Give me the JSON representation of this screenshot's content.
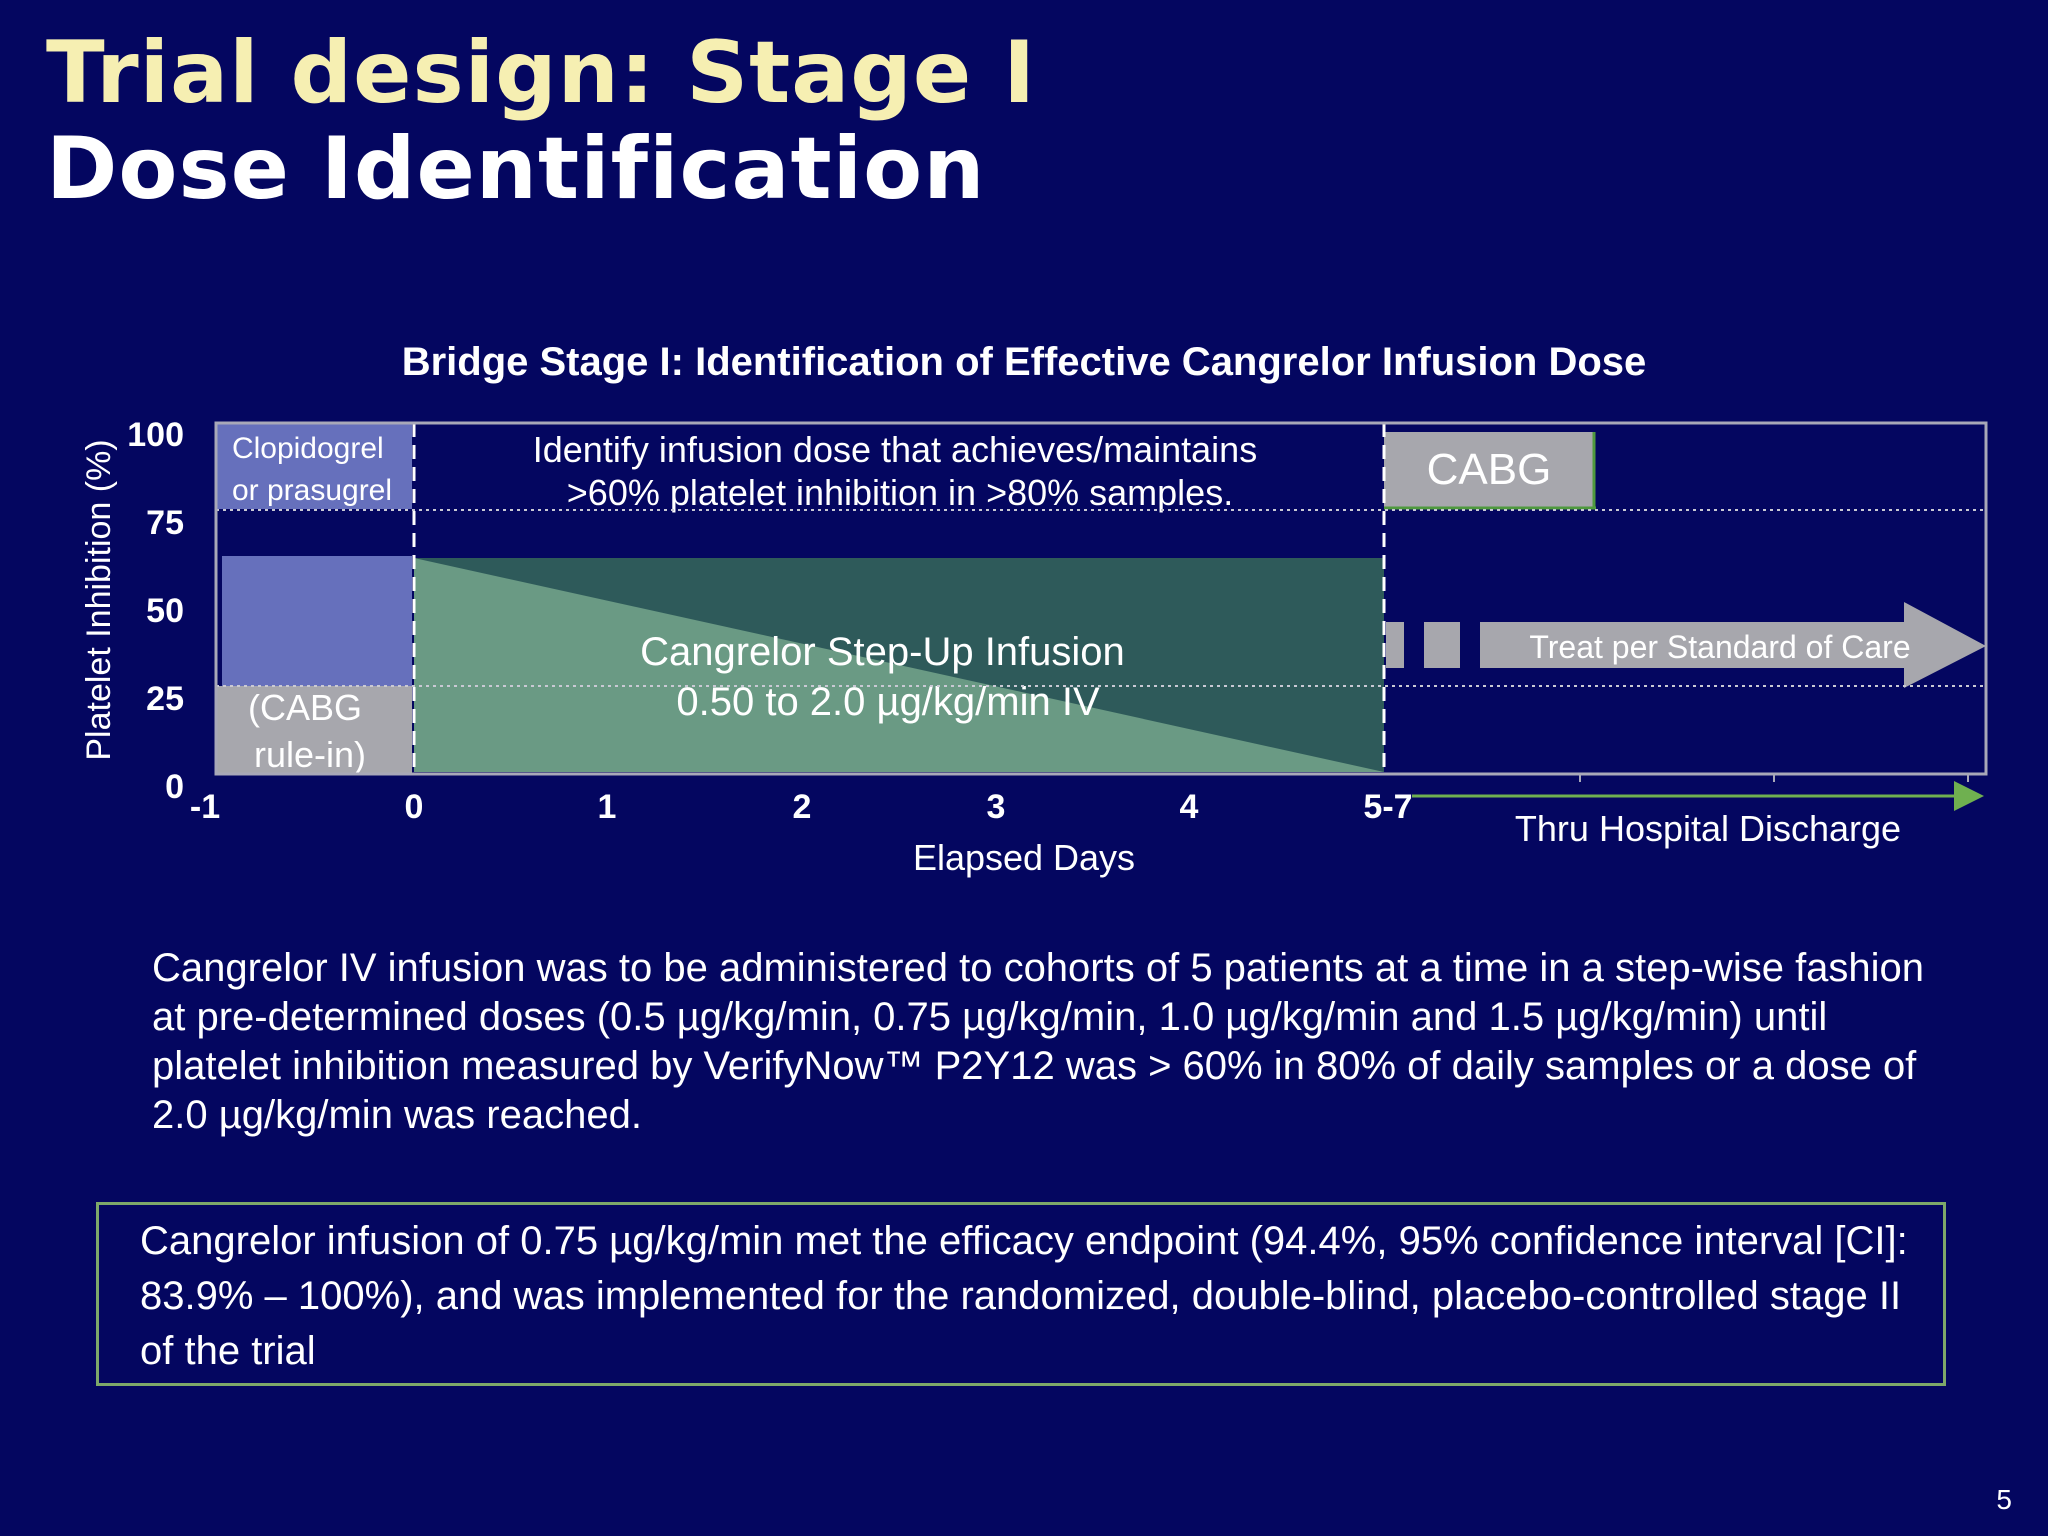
{
  "slide": {
    "title_line1": "Trial design: Stage I",
    "title_line2": "Dose Identification",
    "page_number": "5"
  },
  "diagram": {
    "title": "Bridge Stage I: Identification of Effective Cangrelor Infusion Dose",
    "y_axis_label": "Platelet Inhibition (%)",
    "x_axis_label": "Elapsed Days",
    "y_ticks": [
      "100",
      "75",
      "50",
      "25",
      "0"
    ],
    "x_ticks": [
      "-1",
      "0",
      "1",
      "2",
      "3",
      "4",
      "5-7"
    ],
    "pre_phase_label": [
      "Clopidogrel",
      "or prasugrel"
    ],
    "rule_in_label": [
      "(CABG",
      "rule-in)"
    ],
    "goal_text": [
      "Identify infusion dose that achieves/maintains",
      ">60% platelet inhibition in >80% samples."
    ],
    "infusion_label": [
      "Cangrelor Step-Up Infusion",
      "0.50 to 2.0 µg/kg/min IV"
    ],
    "cabg_label": "CABG",
    "standard_care_label": "Treat per Standard of Care",
    "discharge_label": "Thru Hospital Discharge",
    "threshold_lines_percent": [
      75,
      25
    ]
  },
  "colors": {
    "background": "#040660",
    "title_accent": "#f6efb2",
    "green_box_border": "#7ea86a",
    "infusion_fill": "#6a9a84",
    "infusion_dark": "#2e5a5a",
    "pre_phase_fill": "#6670bc",
    "gray_box": "#a7a7ad"
  },
  "body_paragraph": "Cangrelor IV infusion was to be administered to cohorts of 5 patients at a time in a step-wise fashion at pre-determined doses (0.5 µg/kg/min, 0.75 µg/kg/min, 1.0 µg/kg/min and 1.5 µg/kg/min) until platelet inhibition measured by VerifyNow™ P2Y12 was > 60% in 80% of daily samples or a dose of 2.0 µg/kg/min was reached.",
  "conclusion": "Cangrelor infusion of 0.75 µg/kg/min met the efficacy endpoint (94.4%, 95% confidence interval [CI]: 83.9% – 100%), and was implemented for the randomized, double-blind, placebo-controlled stage II of the trial"
}
